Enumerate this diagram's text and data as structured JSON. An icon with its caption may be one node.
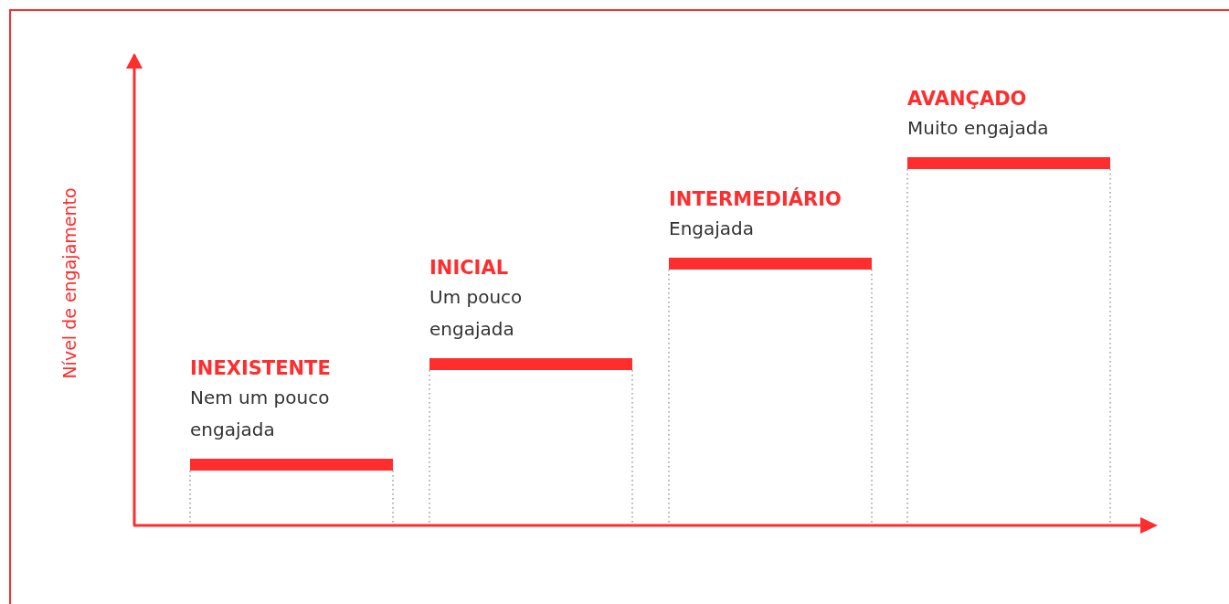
{
  "diagram": {
    "nodes": [
      {
        "text": [
          "INEXISTENTE",
          "Nem um pouco engajada"
        ]
      },
      {
        "text": [
          "INICIAL",
          "Um pouco engajada"
        ]
      },
      {
        "text": [
          "INTERMEDIÁRIO",
          "Engajada"
        ]
      },
      {
        "text": [
          "AVANÇADO",
          "Muito engajada"
        ]
      }
    ],
    "labels": [
      "Nível de engajamento"
    ]
  }
}
